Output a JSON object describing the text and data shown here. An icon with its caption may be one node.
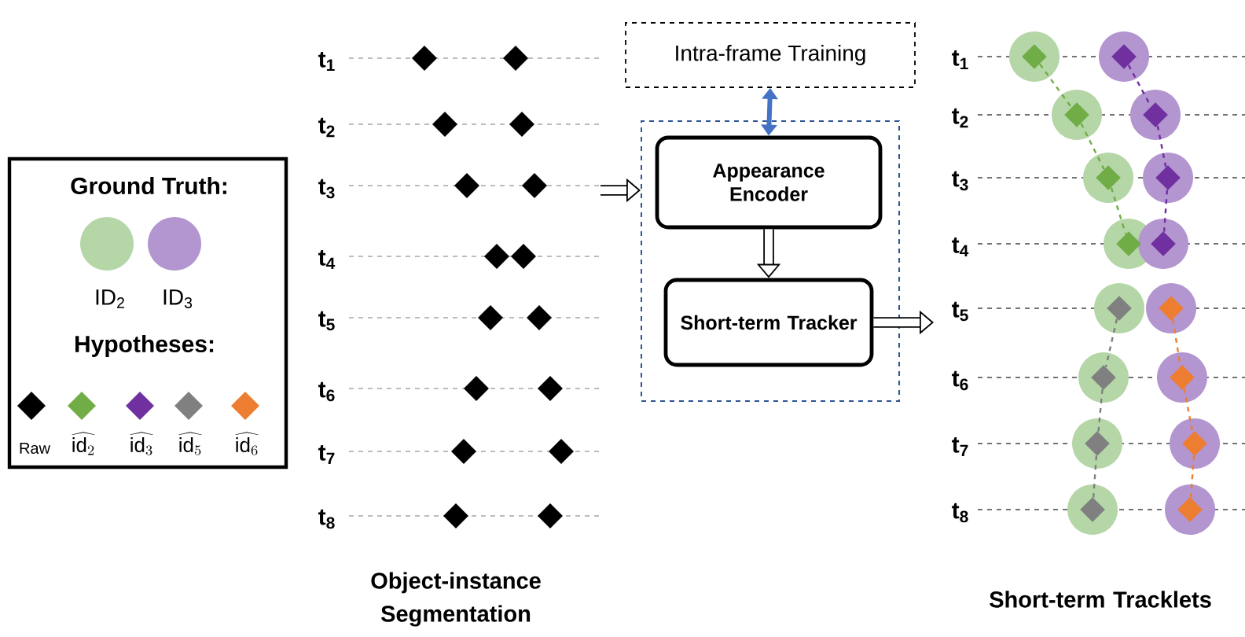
{
  "diagram": {
    "nodes": [
      {
        "text": [
          "Intra-frame Training"
        ]
      },
      {
        "text": [],
        "shape": "box"
      },
      {
        "text": [
          "Appearance Encoder"
        ],
        "in": 1
      },
      {
        "text": [
          "Short-term Tracker"
        ],
        "in": 1
      },
      {
        "text": [],
        "shape": "diamond"
      },
      {
        "text": [],
        "shape": "diamond"
      },
      {
        "text": [],
        "shape": "diamond"
      },
      {
        "text": [],
        "shape": "diamond"
      },
      {
        "text": [],
        "shape": "diamond"
      },
      {
        "text": [],
        "shape": "diamond"
      },
      {
        "text": [],
        "shape": "diamond"
      },
      {
        "text": [],
        "shape": "diamond"
      },
      {
        "text": [],
        "shape": "diamond"
      },
      {
        "text": [],
        "shape": "diamond"
      },
      {
        "text": [],
        "shape": "diamond"
      },
      {
        "text": [],
        "shape": "diamond"
      },
      {
        "text": [],
        "shape": "diamond"
      },
      {
        "text": [],
        "shape": "diamond"
      },
      {
        "text": [],
        "shape": "diamond"
      },
      {
        "text": [],
        "shape": "diamond"
      }
    ],
    "edges": [
      {
        "from": 0,
        "to": 2,
        "arrow": "both",
        "style": "thick",
        "color": "#4472c4"
      },
      {
        "from": 2,
        "to": 3,
        "arrow": "to",
        "style": "thick"
      },
      {
        "from": null,
        "to": 1,
        "arrow": "to",
        "style": "thick"
      },
      {
        "from": 3,
        "to": null,
        "arrow": "to",
        "style": "thick"
      },
      {
        "from": 4,
        "to": 6,
        "arrow": "none",
        "style": "dashed",
        "color": "#70ad47"
      },
      {
        "from": 6,
        "to": 8,
        "arrow": "none",
        "style": "dashed",
        "color": "#70ad47"
      },
      {
        "from": 8,
        "to": 10,
        "arrow": "none",
        "style": "dashed",
        "color": "#70ad47"
      },
      {
        "from": 5,
        "to": 7,
        "arrow": "none",
        "style": "dashed",
        "color": "#7030a0"
      },
      {
        "from": 7,
        "to": 9,
        "arrow": "none",
        "style": "dashed",
        "color": "#7030a0"
      },
      {
        "from": 9,
        "to": 11,
        "arrow": "none",
        "style": "dashed",
        "color": "#7030a0"
      },
      {
        "from": 12,
        "to": 14,
        "arrow": "none",
        "style": "dashed",
        "color": "#808080"
      },
      {
        "from": 14,
        "to": 16,
        "arrow": "none",
        "style": "dashed",
        "color": "#808080"
      },
      {
        "from": 16,
        "to": 18,
        "arrow": "none",
        "style": "dashed",
        "color": "#808080"
      },
      {
        "from": 13,
        "to": 15,
        "arrow": "none",
        "style": "dashed",
        "color": "#ed7d31"
      },
      {
        "from": 15,
        "to": 17,
        "arrow": "none",
        "style": "dashed",
        "color": "#ed7d31"
      },
      {
        "from": 17,
        "to": 19,
        "arrow": "none",
        "style": "dashed",
        "color": "#ed7d31"
      }
    ],
    "labels": [
      "Ground Truth:",
      "Hypotheses:",
      "t$_{1}$",
      "t$_{2}$",
      "t$_{3}$",
      "t$_{4}$",
      "t$_{5}$",
      "t$_{6}$",
      "t$_{7}$",
      "t$_{8}$",
      "Object-instance Segmentation",
      "t$_{1}$",
      "t$_{2}$",
      "t$_{3}$",
      "t$_{4}$",
      "t$_{5}$",
      "t$_{6}$",
      "t$_{7}$",
      "t$_{8}$",
      "Short-term Tracklets"
    ],
    "legend": [
      {
        "text": "ID$_{2}$",
        "color": "#b5d6a7"
      },
      {
        "text": "ID$_{3}$",
        "color": "#b395cf"
      },
      {
        "text": "Raw",
        "color": "#000000"
      },
      {
        "text": "\\widehat{\\mathrm{id}_{2}}",
        "color": "#70ad47"
      },
      {
        "text": "\\widehat{\\mathrm{id}_{3}}",
        "color": "#7030a0"
      },
      {
        "text": "\\widehat{\\mathrm{id}_{5}}",
        "color": "#808080"
      },
      {
        "text": "\\widehat{\\mathrm{id}_{6}}",
        "color": "#ed7d31"
      }
    ]
  }
}
